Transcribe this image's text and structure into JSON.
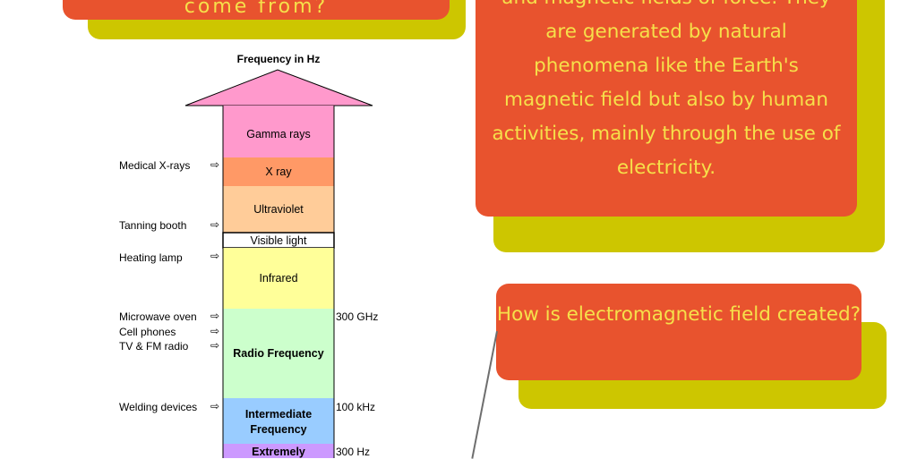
{
  "question1": "come from?",
  "info_text": "and magnetic fields of force. They are generated by natural phenomena like the Earth's magnetic field but also by human activities, mainly through the use of electricity.",
  "question2": "How is electromagnetic field created?",
  "diagram": {
    "title": "Frequency in Hz",
    "bands": [
      {
        "label": "Gamma rays",
        "color": "#ff99cc"
      },
      {
        "label": "X ray",
        "color": "#ff9966"
      },
      {
        "label": "Ultraviolet",
        "color": "#ffcc99"
      },
      {
        "label": "Visible light",
        "color": "#ffffff"
      },
      {
        "label": "Infrared",
        "color": "#ffff99"
      },
      {
        "label": "Radio Frequency",
        "color": "#ccffcc"
      },
      {
        "label": "Intermediate Frequency",
        "color": "#99ccff"
      },
      {
        "label": "Extremely",
        "color": "#cc99ff"
      }
    ],
    "sources": [
      "Medical X-rays",
      "Tanning booth",
      "Heating lamp",
      "Microwave oven",
      "Cell phones",
      "TV & FM radio",
      "Welding devices"
    ],
    "frequency_marks": [
      "300 GHz",
      "100 kHz",
      "300 Hz"
    ],
    "arrow_glyph": "⇨"
  },
  "colors": {
    "card": "#e8532e",
    "card_text": "#f6e04a",
    "shadow": "#cdc600"
  }
}
